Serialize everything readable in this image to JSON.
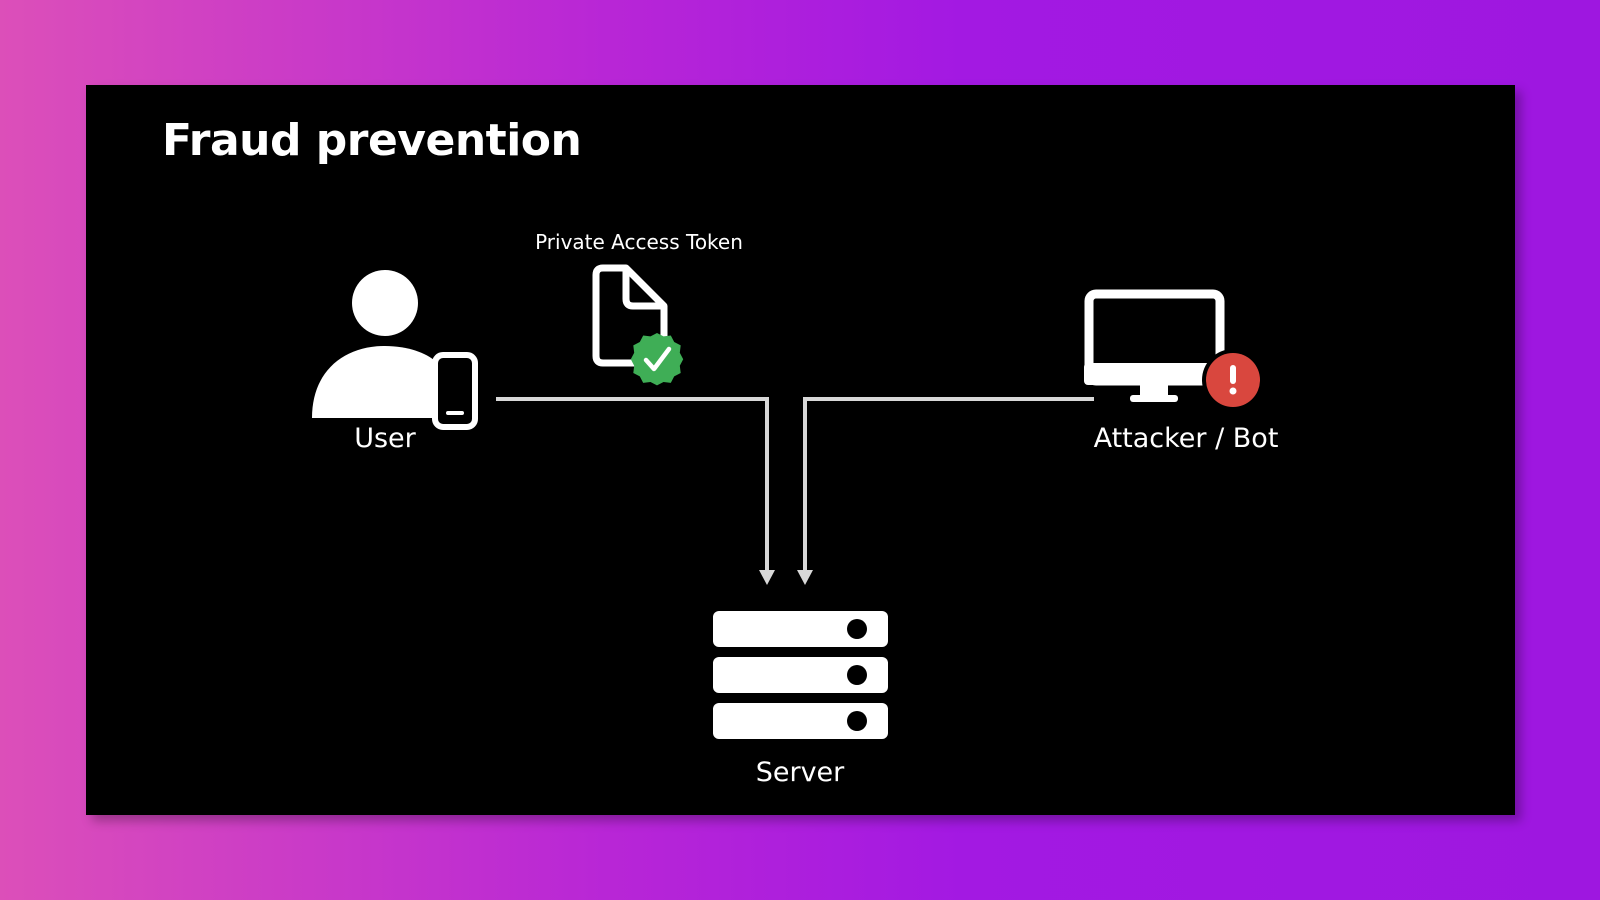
{
  "slide": {
    "title": "Fraud prevention"
  },
  "diagram": {
    "nodes": {
      "user": {
        "label": "User",
        "icons": [
          "person-icon",
          "phone-icon"
        ]
      },
      "token": {
        "label": "Private Access Token",
        "icons": [
          "document-icon",
          "verified-badge-icon"
        ]
      },
      "attacker": {
        "label": "Attacker / Bot",
        "icons": [
          "desktop-computer-icon",
          "warning-badge-icon"
        ]
      },
      "server": {
        "label": "Server",
        "icons": [
          "server-icon"
        ]
      }
    },
    "edges": [
      {
        "from": "user",
        "to": "server",
        "carries": "token"
      },
      {
        "from": "attacker",
        "to": "server"
      }
    ]
  },
  "colors": {
    "background_left": "#dc4fb9",
    "background_right": "#9e17e0",
    "slide": "#000000",
    "foreground": "#ffffff",
    "connector": "#d8d8d8",
    "verified": "#3fae56",
    "warning": "#d9473e"
  }
}
